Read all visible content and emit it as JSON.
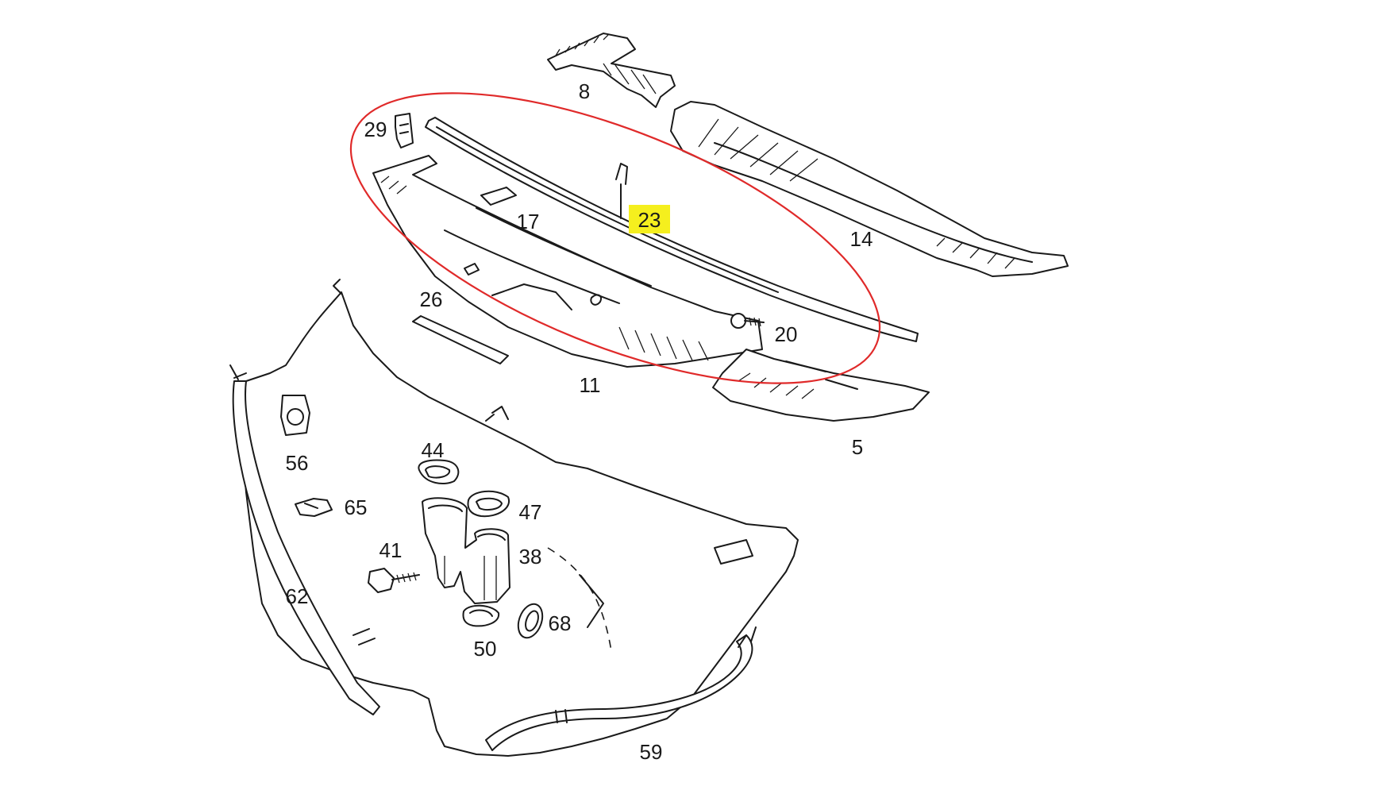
{
  "colors": {
    "line": "#1a1a1a",
    "highlight_ellipse": "#e02a2a",
    "highlight_label": "#f5ef1e"
  },
  "diagram": {
    "highlighted_part": "23",
    "parts": [
      {
        "number": "8"
      },
      {
        "number": "29"
      },
      {
        "number": "17"
      },
      {
        "number": "23"
      },
      {
        "number": "14"
      },
      {
        "number": "26"
      },
      {
        "number": "20"
      },
      {
        "number": "11"
      },
      {
        "number": "5"
      },
      {
        "number": "56"
      },
      {
        "number": "44"
      },
      {
        "number": "65"
      },
      {
        "number": "47"
      },
      {
        "number": "41"
      },
      {
        "number": "38"
      },
      {
        "number": "62"
      },
      {
        "number": "68"
      },
      {
        "number": "50"
      },
      {
        "number": "59"
      }
    ]
  }
}
